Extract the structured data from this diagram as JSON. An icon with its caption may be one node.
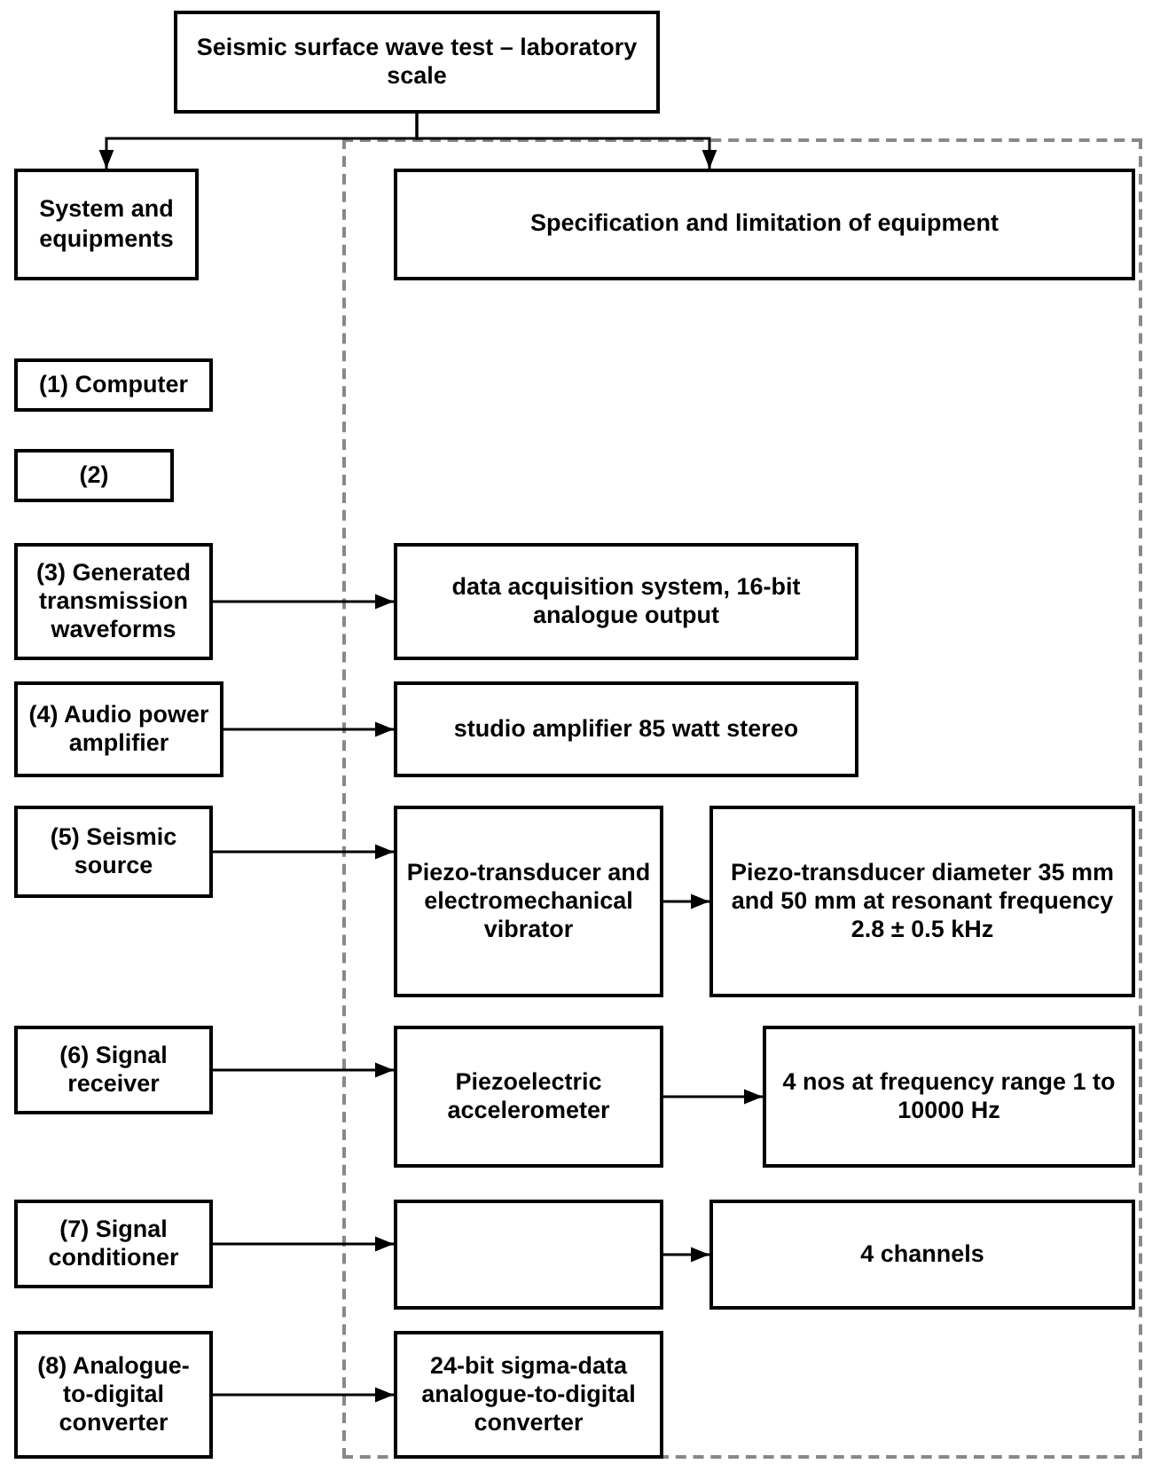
{
  "diagram": {
    "nodes": [
      {
        "text": [
          "Seismic surface wave test – laboratory scale"
        ]
      },
      {
        "text": [
          "System and equipments"
        ]
      },
      {
        "text": [],
        "shape": "box"
      },
      {
        "text": [
          "Specification and limitation of equipment"
        ],
        "in": 2
      },
      {
        "text": [
          "(1) Computer"
        ]
      },
      {
        "text": [
          "(2)"
        ]
      },
      {
        "text": [
          "(3) Generated transmission waveforms"
        ]
      },
      {
        "text": [
          "data acquisition system, 16-bit analogue output"
        ],
        "in": 2
      },
      {
        "text": [
          "(4) Audio power amplifier"
        ]
      },
      {
        "text": [
          "studio amplifier 85 watt stereo"
        ],
        "in": 2
      },
      {
        "text": [
          "(5) Seismic source"
        ]
      },
      {
        "text": [
          "Piezo-transducer and electromechanical vibrator"
        ],
        "in": 2
      },
      {
        "text": [
          "Piezo-transducer diameter 35 mm and 50 mm at resonant frequency 2.8 ± 0.5 kHz"
        ],
        "in": 2
      },
      {
        "text": [
          "(6) Signal receiver"
        ]
      },
      {
        "text": [
          "Piezoelectric accelerometer"
        ],
        "in": 2
      },
      {
        "text": [
          "4 nos at frequency range 1 to 10000 Hz"
        ],
        "in": 2
      },
      {
        "text": [
          "(7) Signal conditioner"
        ]
      },
      {
        "text": [],
        "shape": "box",
        "in": 2
      },
      {
        "text": [
          "4 channels"
        ],
        "in": 2
      },
      {
        "text": [
          "(8) Analogue-to-digital converter"
        ]
      },
      {
        "text": [
          "24-bit sigma-data analogue-to-digital converter"
        ],
        "in": 2
      }
    ],
    "edges": [
      {
        "from": 0,
        "to": 1,
        "arrow": "to"
      },
      {
        "from": 0,
        "to": 3,
        "arrow": "to"
      },
      {
        "from": 6,
        "to": 7,
        "arrow": "to"
      },
      {
        "from": 8,
        "to": 9,
        "arrow": "to"
      },
      {
        "from": 10,
        "to": 11,
        "arrow": "to"
      },
      {
        "from": 11,
        "to": 12,
        "arrow": "to"
      },
      {
        "from": 13,
        "to": 14,
        "arrow": "to"
      },
      {
        "from": 14,
        "to": 15,
        "arrow": "to"
      },
      {
        "from": 16,
        "to": 17,
        "arrow": "to"
      },
      {
        "from": 17,
        "to": 18,
        "arrow": "to"
      },
      {
        "from": 19,
        "to": 20,
        "arrow": "to"
      }
    ]
  }
}
